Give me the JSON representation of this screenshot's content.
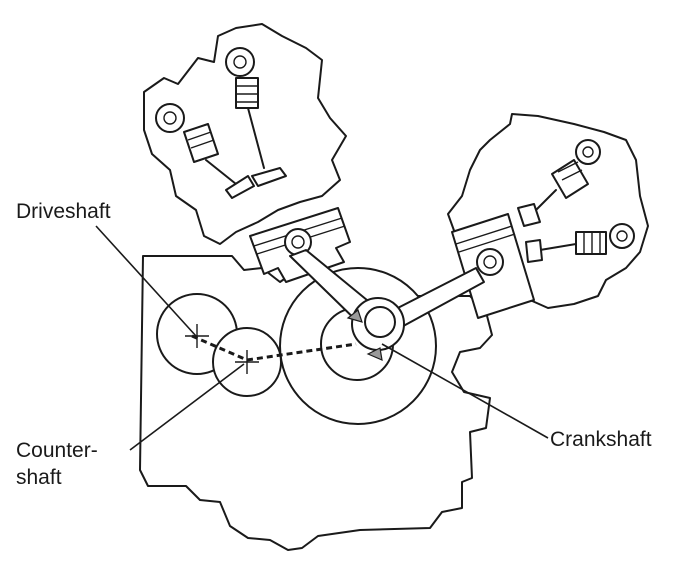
{
  "labels": {
    "driveshaft": "Driveshaft",
    "countershaft_line1": "Counter-",
    "countershaft_line2": "shaft",
    "crankshaft": "Crankshaft"
  }
}
